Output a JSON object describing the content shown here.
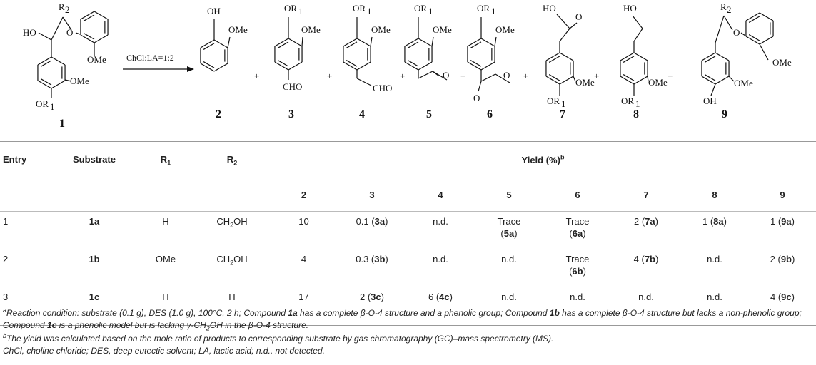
{
  "scheme": {
    "condition": "ChCl:LA=1:2",
    "compound_labels": [
      "1",
      "2",
      "3",
      "4",
      "5",
      "6",
      "7",
      "8",
      "9"
    ],
    "plus": "+",
    "atoms": {
      "ho": "HO",
      "oh": "OH",
      "ome": "OMe",
      "or1": "OR",
      "r1_sub": "1",
      "r2": "R",
      "r2_sub": "2",
      "o": "O",
      "cho": "CHO"
    }
  },
  "table": {
    "headers": {
      "entry": "Entry",
      "substrate": "Substrate",
      "r1": "R",
      "r1_sub": "1",
      "r2": "R",
      "r2_sub": "2",
      "yield": "Yield (%)",
      "yield_sup": "b"
    },
    "product_columns": [
      "2",
      "3",
      "4",
      "5",
      "6",
      "7",
      "8",
      "9"
    ],
    "rows": [
      {
        "entry": "1",
        "substrate": "1a",
        "r1": "H",
        "r2_main": "CH",
        "r2_sub": "2",
        "r2_tail": "OH",
        "cells": [
          {
            "v": "10",
            "l": ""
          },
          {
            "v": "0.1 (",
            "l": "3a",
            "e": ")"
          },
          {
            "v": "n.d.",
            "l": ""
          },
          {
            "v": "Trace",
            "l": "5a",
            "br": true
          },
          {
            "v": "Trace",
            "l": "6a",
            "br": true
          },
          {
            "v": "2 (",
            "l": "7a",
            "e": ")"
          },
          {
            "v": "1 (",
            "l": "8a",
            "e": ")"
          },
          {
            "v": "1 (",
            "l": "9a",
            "e": ")"
          }
        ]
      },
      {
        "entry": "2",
        "substrate": "1b",
        "r1": "OMe",
        "r2_main": "CH",
        "r2_sub": "2",
        "r2_tail": "OH",
        "cells": [
          {
            "v": "4",
            "l": ""
          },
          {
            "v": "0.3 (",
            "l": "3b",
            "e": ")"
          },
          {
            "v": "n.d.",
            "l": ""
          },
          {
            "v": "n.d.",
            "l": ""
          },
          {
            "v": "Trace",
            "l": "6b",
            "br": true
          },
          {
            "v": "4 (",
            "l": "7b",
            "e": ")"
          },
          {
            "v": "n.d.",
            "l": ""
          },
          {
            "v": "2 (",
            "l": "9b",
            "e": ")"
          }
        ]
      },
      {
        "entry": "3",
        "substrate": "1c",
        "r1": "H",
        "r2_main": "H",
        "r2_sub": "",
        "r2_tail": "",
        "cells": [
          {
            "v": "17",
            "l": ""
          },
          {
            "v": "2 (",
            "l": "3c",
            "e": ")"
          },
          {
            "v": "6 (",
            "l": "4c",
            "e": ")"
          },
          {
            "v": "n.d.",
            "l": ""
          },
          {
            "v": "n.d.",
            "l": ""
          },
          {
            "v": "n.d.",
            "l": ""
          },
          {
            "v": "n.d.",
            "l": ""
          },
          {
            "v": "4 (",
            "l": "9c",
            "e": ")"
          }
        ]
      }
    ]
  },
  "footnotes": {
    "a_sup": "a",
    "a_part1": "Reaction condition: substrate (0.1 g), DES (1.0 g), 100°C, 2 h; Compound ",
    "a_b1": "1a",
    "a_part2": " has a complete β-O-4 structure and a phenolic group; Compound ",
    "a_b2": "1b",
    "a_part3": " has a complete β-O-4 structure but lacks a non-phenolic group; Compound ",
    "a_b3": "1c",
    "a_part4": " is a phenolic model but is lacking γ-CH",
    "a_sub": "2",
    "a_part5": "OH in the β-O-4 structure.",
    "b_sup": "b",
    "b_text": "The yield was calculated based on the mole ratio of products to corresponding substrate by gas chromatography (GC)–mass spectrometry (MS).",
    "abbrev": "ChCl, choline chloride; DES, deep eutectic solvent; LA, lactic acid; n.d., not detected."
  }
}
